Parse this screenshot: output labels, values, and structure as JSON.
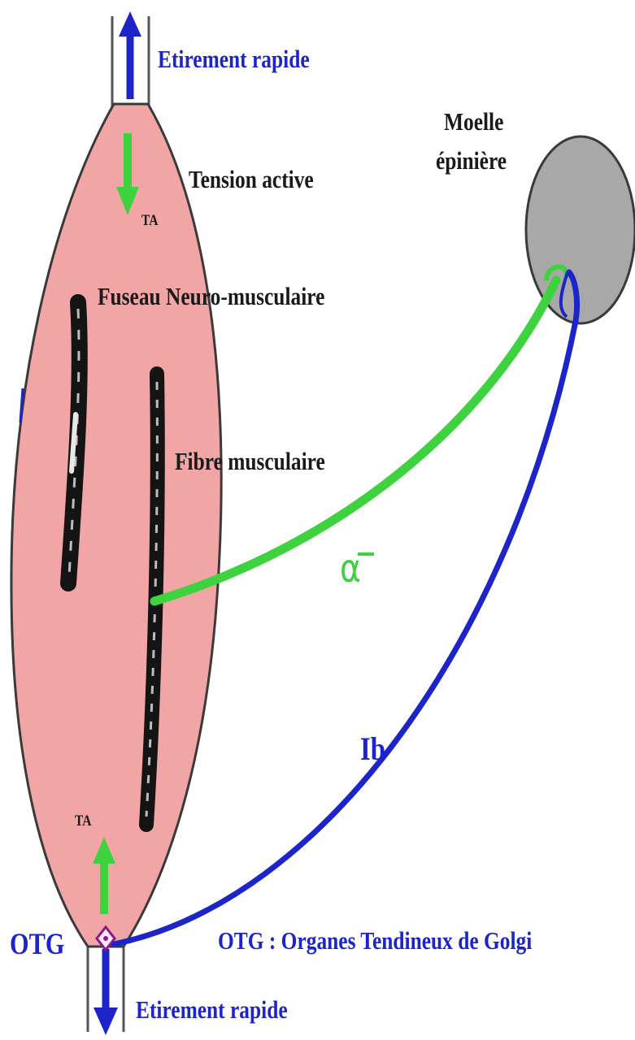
{
  "labels": {
    "top_stretch": "Etirement rapide",
    "active_tension": "Tension active",
    "ta_top": "TA",
    "neuromuscular_spindle": "Fuseau Neuro-musculaire",
    "muscle_fiber": "Fibre musculaire",
    "spinal_cord_line1": "Moelle",
    "spinal_cord_line2": "épinière",
    "alpha_fiber": "α",
    "ib_fiber": "Ib",
    "ta_bottom": "TA",
    "otg": "OTG",
    "otg_legend": "OTG : Organes Tendineux de Golgi",
    "bottom_stretch": "Etirement rapide"
  },
  "colors": {
    "muscle_fill": "#f2a5a5",
    "outline": "#3a3a3a",
    "spinal_cord": "#a8a8a8",
    "stretch_arrow": "#1d25c8",
    "tension_arrow": "#3fd23f",
    "alpha_pathway": "#3fd23f",
    "ib_pathway": "#1d25c8",
    "otg_marker": "#8a1a8a"
  }
}
